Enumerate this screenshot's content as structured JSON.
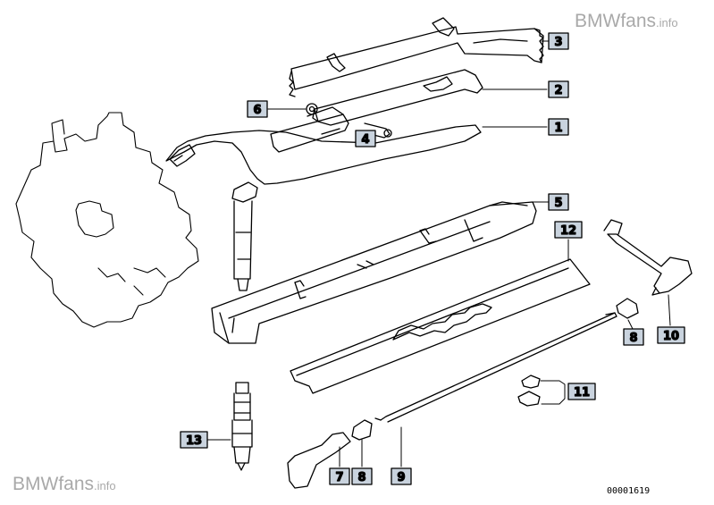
{
  "watermark": {
    "brand": "BMWfans",
    "suffix": ".info"
  },
  "diagram_number": "00001619",
  "parts": [
    {
      "number": "1",
      "leader": "horizontal"
    },
    {
      "number": "2",
      "leader": "horizontal"
    },
    {
      "number": "3",
      "leader": "horizontal"
    },
    {
      "number": "4",
      "leader": "vertical"
    },
    {
      "number": "5",
      "leader": "horizontal"
    },
    {
      "number": "6",
      "leader": "horizontal"
    },
    {
      "number": "7",
      "leader": "vertical"
    },
    {
      "number": "8",
      "leader": "vertical"
    },
    {
      "number": "8",
      "leader": "vertical"
    },
    {
      "number": "9",
      "leader": "vertical"
    },
    {
      "number": "10",
      "leader": "vertical"
    },
    {
      "number": "11",
      "leader": "bracket"
    },
    {
      "number": "12",
      "leader": "vertical"
    },
    {
      "number": "13",
      "leader": "horizontal"
    }
  ]
}
